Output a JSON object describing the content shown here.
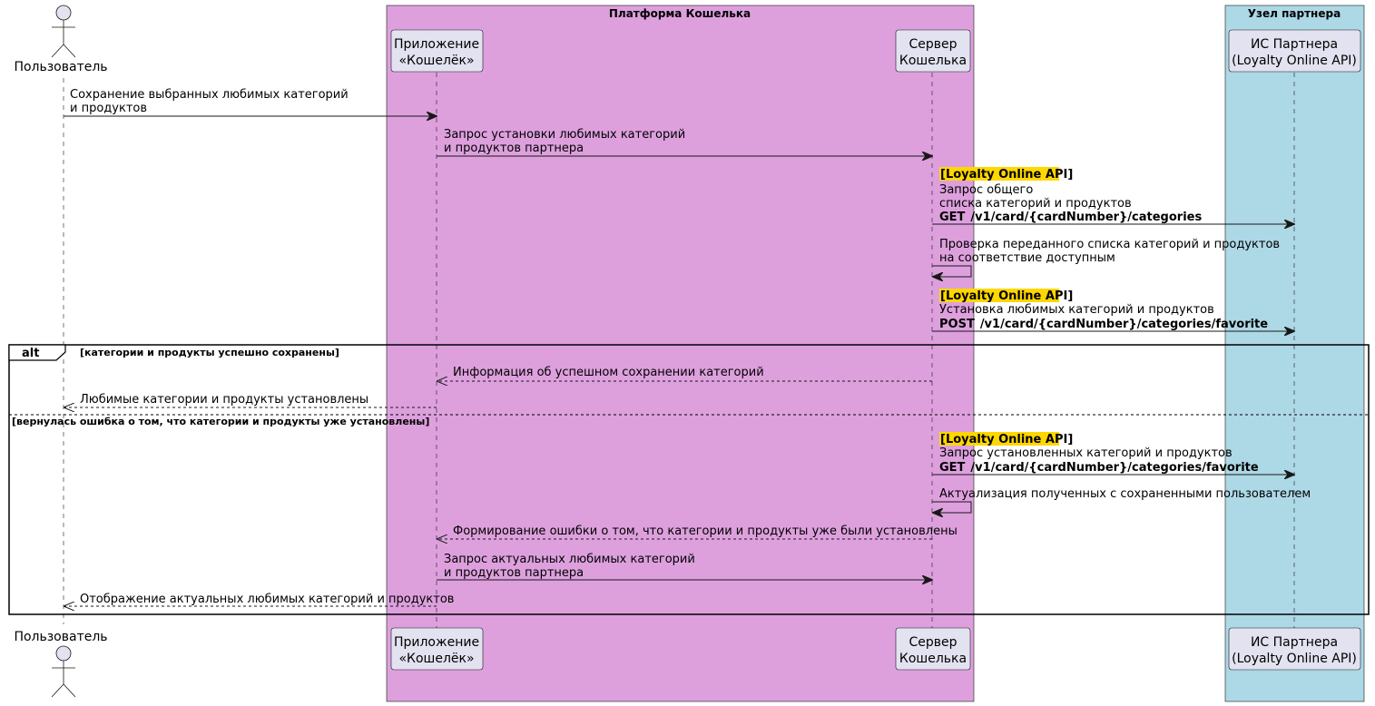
{
  "boxes": {
    "platform": "Платформа Кошелька",
    "partner_node": "Узел партнера"
  },
  "participants": {
    "user": "Пользователь",
    "app_line1": "Приложение",
    "app_line2": "«Кошелёк»",
    "server_line1": "Сервер",
    "server_line2": "Кошелька",
    "partner_line1": "ИС Партнера",
    "partner_line2": "(Loyalty Online API)"
  },
  "messages": {
    "m1_line1": "Сохранение выбранных любимых категорий",
    "m1_line2": "и продуктов",
    "m2_line1": "Запрос установки любимых категорий",
    "m2_line2": "и продуктов партнера",
    "m3_tag": "[Loyalty Online API]",
    "m3_line1": "Запрос общего",
    "m3_line2": "списка категорий и продуктов",
    "m3_method": "GET",
    "m3_path": "/v1/card/{cardNumber}/categories",
    "m4_line1": "Проверка переданного списка категорий и продуктов",
    "m4_line2": "на соответствие доступным",
    "m5_tag": "[Loyalty Online API]",
    "m5_line1": "Установка любимых категорий и продуктов",
    "m5_method": "POST",
    "m5_path": "/v1/card/{cardNumber}/categories/favorite",
    "m6": "Информация об успешном сохранении категорий",
    "m7": "Любимые категории и продукты установлены",
    "m8_tag": "[Loyalty Online API]",
    "m8_line1": "Запрос установленных категорий и продуктов",
    "m8_method": "GET",
    "m8_path": "/v1/card/{cardNumber}/categories/favorite",
    "m9": "Актуализация полученных с сохраненными пользователем",
    "m10": "Формирование ошибки о том, что категории и продукты уже были установлены",
    "m11_line1": "Запрос актуальных любимых категорий",
    "m11_line2": "и продуктов партнера",
    "m12": "Отображение актуальных любимых категорий и продуктов"
  },
  "alt": {
    "keyword": "alt",
    "condition1": "[категории и продукты успешно сохранены]",
    "condition2": "[вернулась ошибка о том, что категории и продукты уже установлены]"
  },
  "colors": {
    "platform_bg": "#DDA0DD",
    "partner_bg": "#ADD8E6",
    "participant_bg": "#E2E2F0",
    "tag_highlight": "#FFD700"
  }
}
